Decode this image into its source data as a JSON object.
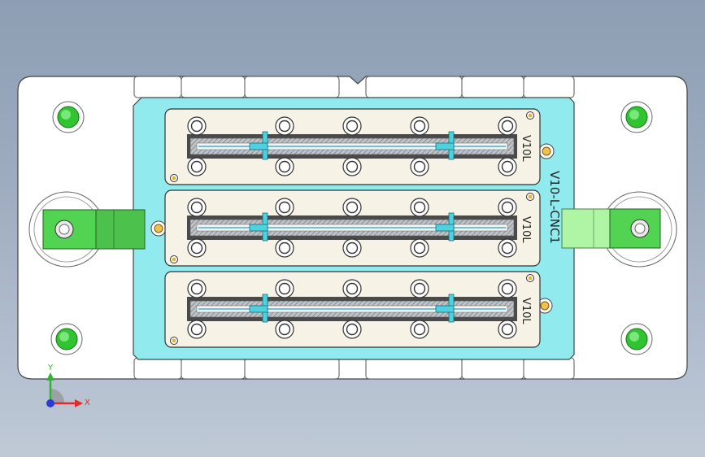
{
  "viewport": {
    "name": "CAD 3D viewport"
  },
  "part_label": "V10-L-CNC1",
  "nest_labels": [
    "V10L",
    "V10L",
    "V10L"
  ],
  "triad": {
    "x_label": "X",
    "y_label": "Y",
    "x_color": "#e52a2a",
    "y_color": "#2fb52f",
    "z_color": "#2b3bd6"
  },
  "colors": {
    "fixture_plate": "#91eaee",
    "nest_insert": "#f6f2e6",
    "body": "#ffffff",
    "green_pin": "#31c431",
    "clamp_left": "#52d452",
    "clamp_right": "#aef5a6"
  }
}
